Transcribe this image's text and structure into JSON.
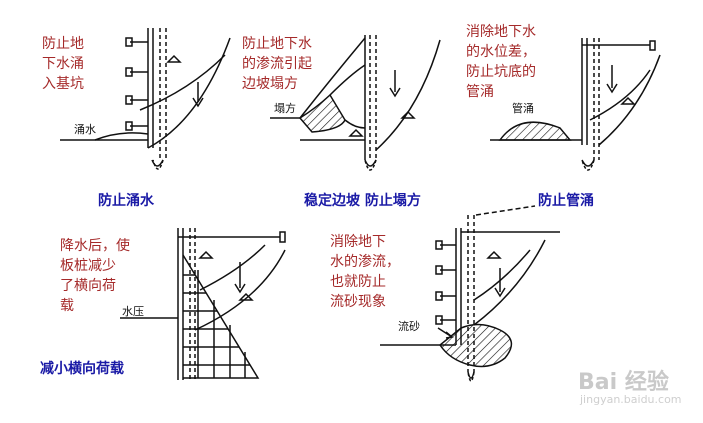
{
  "panels": [
    {
      "note_lines": [
        "防止地",
        "下水涌",
        "入基坑"
      ],
      "labels": [
        "涌水"
      ],
      "caption": "防止涌水"
    },
    {
      "note_lines": [
        "防止地下水",
        "的渗流引起",
        "边坡塌方"
      ],
      "labels": [
        "塌方"
      ],
      "caption": "稳定边坡  防止塌方"
    },
    {
      "note_lines": [
        "消除地下水",
        "的水位差，",
        "防止坑底的",
        "管涌"
      ],
      "labels": [
        "管涌"
      ],
      "caption": "防止管涌"
    },
    {
      "note_lines": [
        "降水后，使",
        "板桩减少",
        "了横向荷",
        "载"
      ],
      "labels": [
        "水压"
      ],
      "caption": "减小横向荷载"
    },
    {
      "note_lines": [
        "消除地下",
        "水的渗流，",
        "也就防止",
        "流砂现象"
      ],
      "labels": [
        "流砂"
      ],
      "caption": ""
    }
  ],
  "watermark": {
    "logo": "Bai 经验",
    "url": "jingyan.baidu.com"
  },
  "colors": {
    "note": "#a52a2a",
    "caption": "#1a1aa6",
    "line": "#111111"
  }
}
